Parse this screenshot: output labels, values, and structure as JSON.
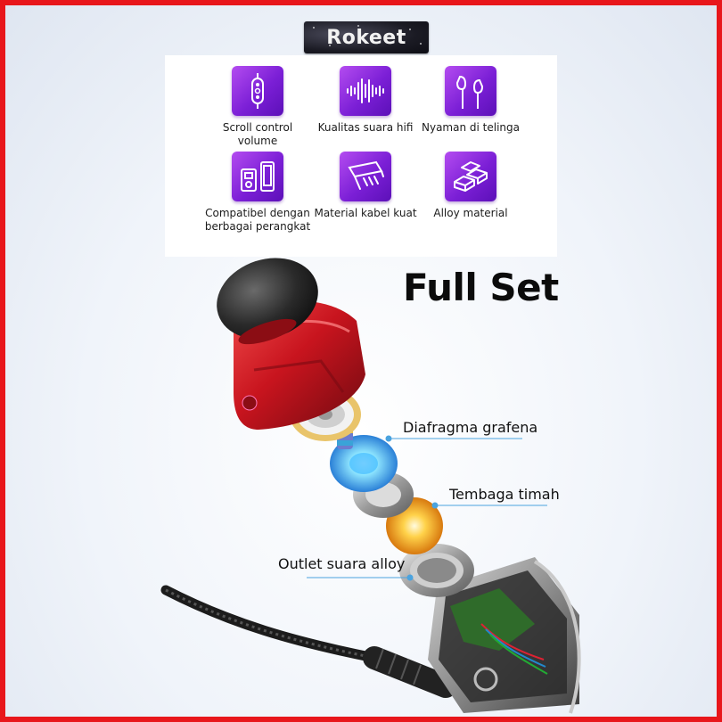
{
  "brand": {
    "logo_text": "Rokeet"
  },
  "features": [
    {
      "icon": "earphone-remote-icon",
      "label": "Scroll control\nvolume"
    },
    {
      "icon": "sound-wave-icon",
      "label": "Kualitas suara hifi"
    },
    {
      "icon": "earbuds-icon",
      "label": "Nyaman di telinga"
    },
    {
      "icon": "devices-icon",
      "label": "Compatibel dengan\nberbagai perangkat"
    },
    {
      "icon": "cable-icon",
      "label": "Material kabel kuat"
    },
    {
      "icon": "alloy-bars-icon",
      "label": "Alloy material"
    }
  ],
  "headline": "Full Set",
  "callouts": {
    "diaphragm": "Diafragma grafena",
    "copper": "Tembaga timah",
    "outlet": "Outlet suara alloy"
  },
  "colors": {
    "border": "#e8161b",
    "icon_purple": "#7b1fd6",
    "shell_red": "#c8141e",
    "callout_line": "#4aa3df"
  }
}
